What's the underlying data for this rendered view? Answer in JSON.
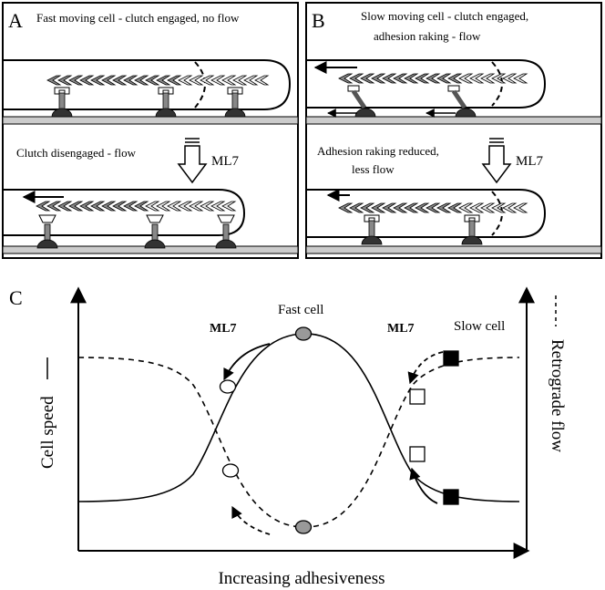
{
  "panel_a": {
    "letter": "A",
    "top_caption": "Fast moving cell - clutch engaged, no flow",
    "bottom_caption": "Clutch disengaged - flow",
    "drug": "ML7"
  },
  "panel_b": {
    "letter": "B",
    "top_caption_1": "Slow moving cell - clutch engaged,",
    "top_caption_2": "adhesion raking - flow",
    "bottom_caption_1": "Adhesion raking reduced,",
    "bottom_caption_2": "less flow",
    "drug": "ML7"
  },
  "panel_c": {
    "letter": "C",
    "fast_cell_label": "Fast cell",
    "slow_cell_label": "Slow cell",
    "ml7_left": "ML7",
    "ml7_right": "ML7",
    "x_axis_label": "Increasing adhesiveness",
    "left_axis_label": "Cell speed",
    "right_axis_label": "Retrograde flow"
  },
  "colors": {
    "actin_dark": "#8a8a8a",
    "actin_light": "#eeeeee",
    "substrate": "#cccccc",
    "marker_fast": "#999999",
    "marker_slow": "#000000"
  }
}
